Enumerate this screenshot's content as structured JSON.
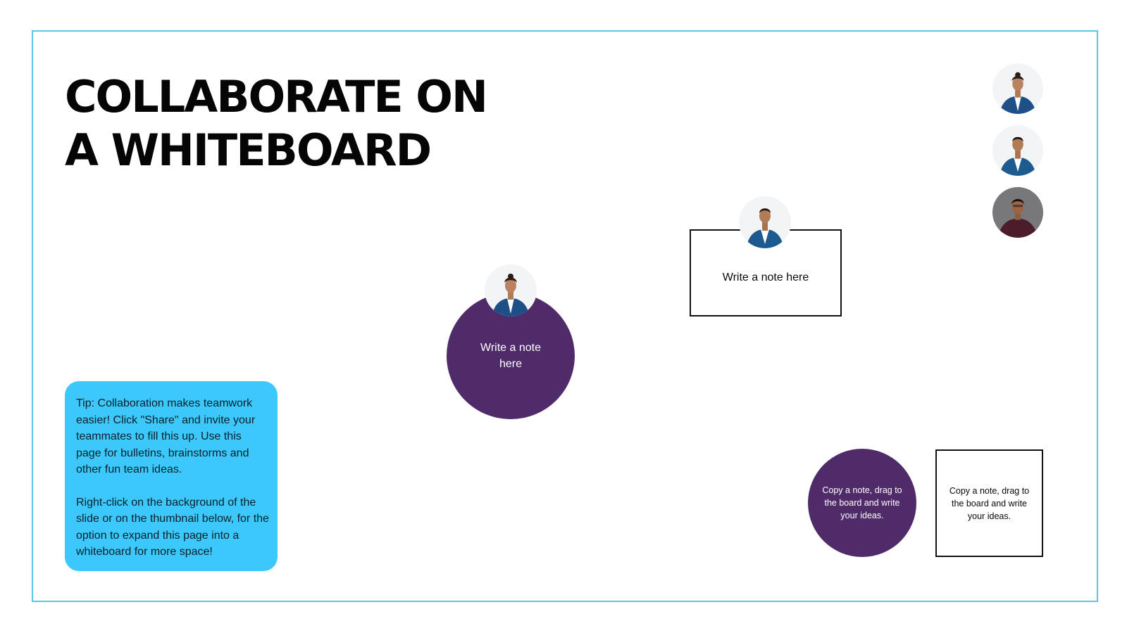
{
  "title": {
    "line1": "COLLABORATE ON",
    "line2": "A WHITEBOARD"
  },
  "tip": {
    "paragraph1": "Tip: Collaboration makes teamwork easier! Click \"Share\" and invite your teammates to fill this up. Use this page for bulletins, brainstorms and other fun team ideas.",
    "paragraph2": "Right-click on the background of the slide or on the thumbnail below, for the option to expand this page into a whiteboard for more space!"
  },
  "notes": {
    "circle_note": "Write a note here",
    "square_note": "Write a note here",
    "copy_circle": "Copy a note, drag to the board and write your ideas.",
    "copy_square": "Copy a note, drag to the board and write your ideas."
  },
  "colors": {
    "frame_border": "#5bc6ec",
    "tip_background": "#3cc8fa",
    "note_purple": "#4f2b6a",
    "title_text": "#050505"
  },
  "icons": {
    "avatar_1": "person-woman-blue-blazer",
    "avatar_2": "person-man-blue-suit",
    "avatar_3": "person-man-dark-shirt"
  }
}
